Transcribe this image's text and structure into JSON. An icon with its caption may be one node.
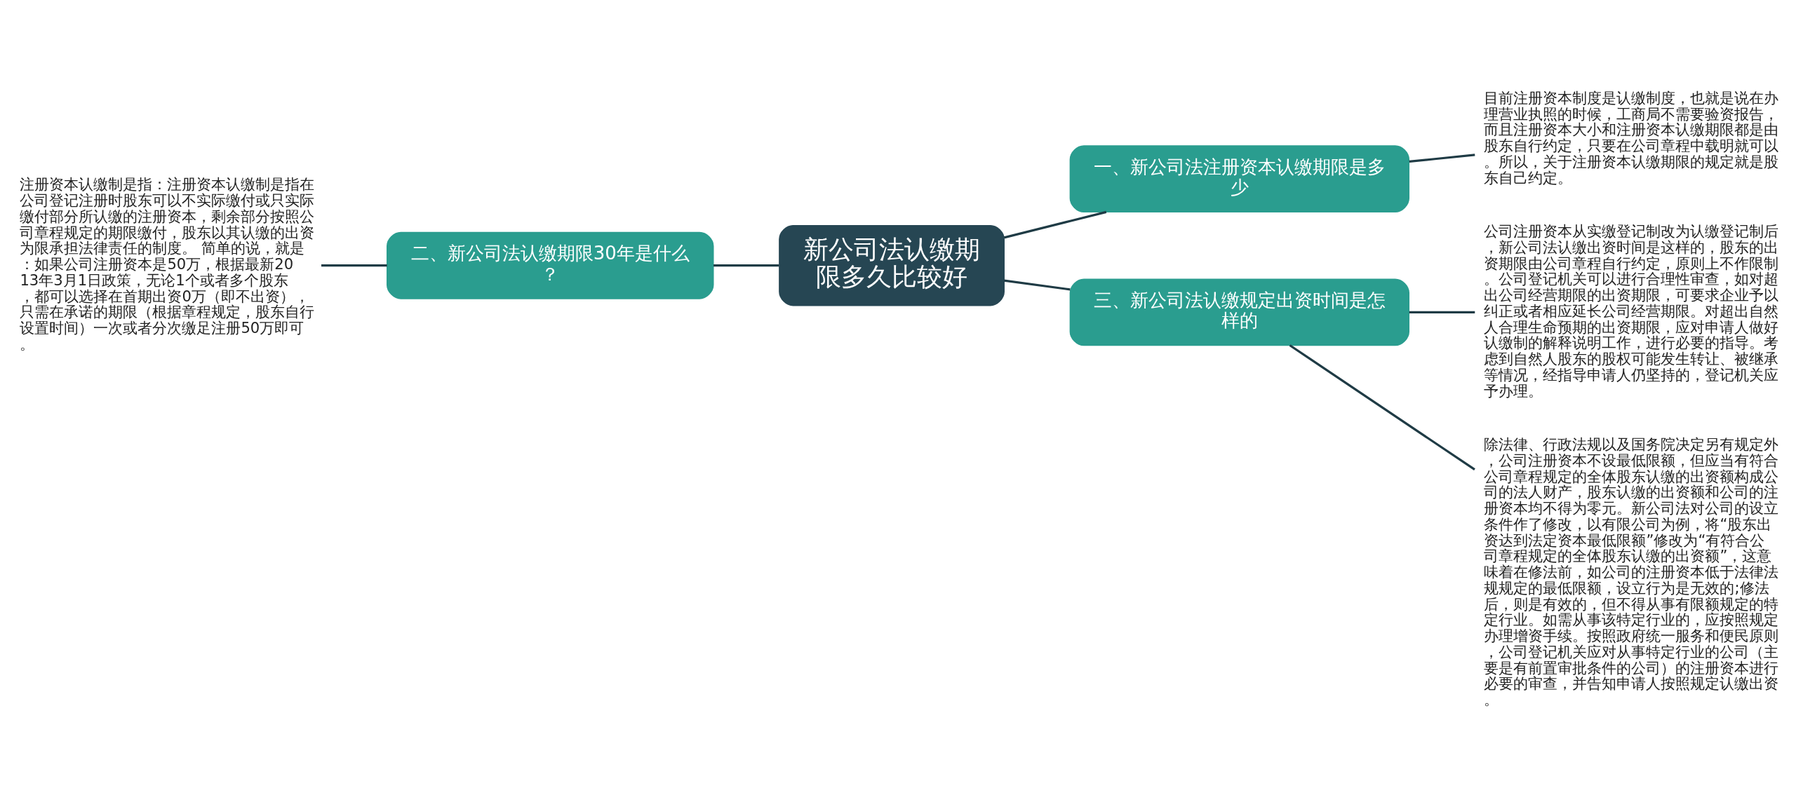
{
  "diagram": {
    "nodes": [
      {
        "text": [
          "新公司法认缴期限多久比较好"
        ]
      },
      {
        "text": [
          "一、新公司法注册资本认缴期限是多少"
        ]
      },
      {
        "text": [
          "目前注册资本制度是认缴制度，也就是说在办理营业执照的时候，工商局不需要验资报告，而且注册资本大小和注册资本认缴期限都是由股东自行约定，只要在公司章程中载明就可以。所以，关于注册资本认缴期限的规定就是股东自己约定。"
        ]
      },
      {
        "text": [
          "二、新公司法认缴期限30年是什么？"
        ]
      },
      {
        "text": [
          "注册资本认缴制是指：注册资本认缴制是指在公司登记注册时股东可以不实际缴付或只实际缴付部分所认缴的注册资本，剩余部分按照公司章程规定的期限缴付，股东以其认缴的出资为限承担法律责任的制度。 简单的说，就是：如果公司注册资本是50万，根据最新2013年3月1日政策，无论1个或者多个股东，都可以选择在首期出资0万（即不出资），只需在承诺的期限（根据章程规定，股东自行设置时间）一次或者分次缴足注册50万即可。"
        ]
      },
      {
        "text": [
          "三、新公司法认缴规定出资时间是怎样的"
        ]
      },
      {
        "text": [
          "公司注册资本从实缴登记制改为认缴登记制后，新公司法认缴出资时间是这样的，股东的出资期限由公司章程自行约定，原则上不作限制。公司登记机关可以进行合理性审查，如对超出公司经营期限的出资期限，可要求企业予以纠正或者相应延长公司经营期限。对超出自然人合理生命预期的出资期限，应对申请人做好认缴制的解释说明工作，进行必要的指导。考虑到自然人股东的股权可能发生转让、被继承等情况，经指导申请人仍坚持的，登记机关应予办理。"
        ]
      },
      {
        "text": [
          "除法律、行政法规以及国务院决定另有规定外，公司注册资本不设最低限额，但应当有符合公司章程规定的全体股东认缴的出资额构成公司的法人财产，股东认缴的出资额和公司的注册资本均不得为零元。新公司法对公司的设立条件作了修改，以有限公司为例，将“股东出资达到法定资本最低限额”修改为“有符合公司章程规定的全体股东认缴的出资额”，这意味着在修法前，如公司的注册资本低于法律法规规定的最低限额，设立行为是无效的;修法后，则是有效的，但不得从事有限额规定的特定行业。如需从事该特定行业的，应按照规定办理增资手续。按照政府统一服务和便民原则，公司登记机关应对从事特定行业的公司（主要是有前置审批条件的公司）的注册资本进行必要的审查，并告知申请人按照规定认缴出资。"
        ]
      }
    ],
    "edges": [
      {
        "from": 0,
        "to": 1,
        "arrow": "none"
      },
      {
        "from": 1,
        "to": 2,
        "arrow": "none"
      },
      {
        "from": 3,
        "to": 0,
        "arrow": "none"
      },
      {
        "from": 4,
        "to": 3,
        "arrow": "none"
      },
      {
        "from": 0,
        "to": 5,
        "arrow": "none"
      },
      {
        "from": 5,
        "to": 6,
        "arrow": "none"
      },
      {
        "from": 5,
        "to": 7,
        "arrow": "none"
      }
    ]
  }
}
